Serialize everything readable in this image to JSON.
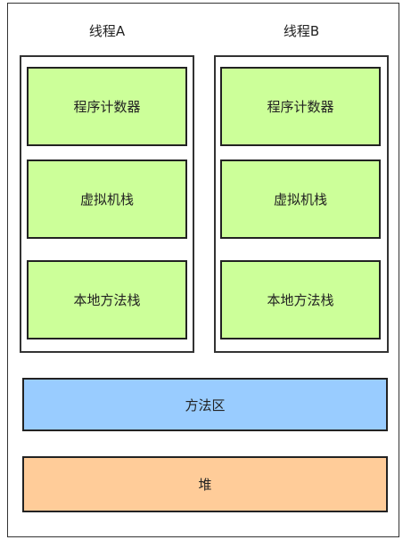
{
  "colors": {
    "thread_region": "#ccff99",
    "method_area": "#99ccff",
    "heap": "#ffcc99",
    "border": "#222222"
  },
  "threads": [
    {
      "title": "线程A",
      "areas": [
        "程序计数器",
        "虚拟机栈",
        "本地方法栈"
      ]
    },
    {
      "title": "线程B",
      "areas": [
        "程序计数器",
        "虚拟机栈",
        "本地方法栈"
      ]
    }
  ],
  "shared": {
    "method_area": "方法区",
    "heap": "堆"
  }
}
